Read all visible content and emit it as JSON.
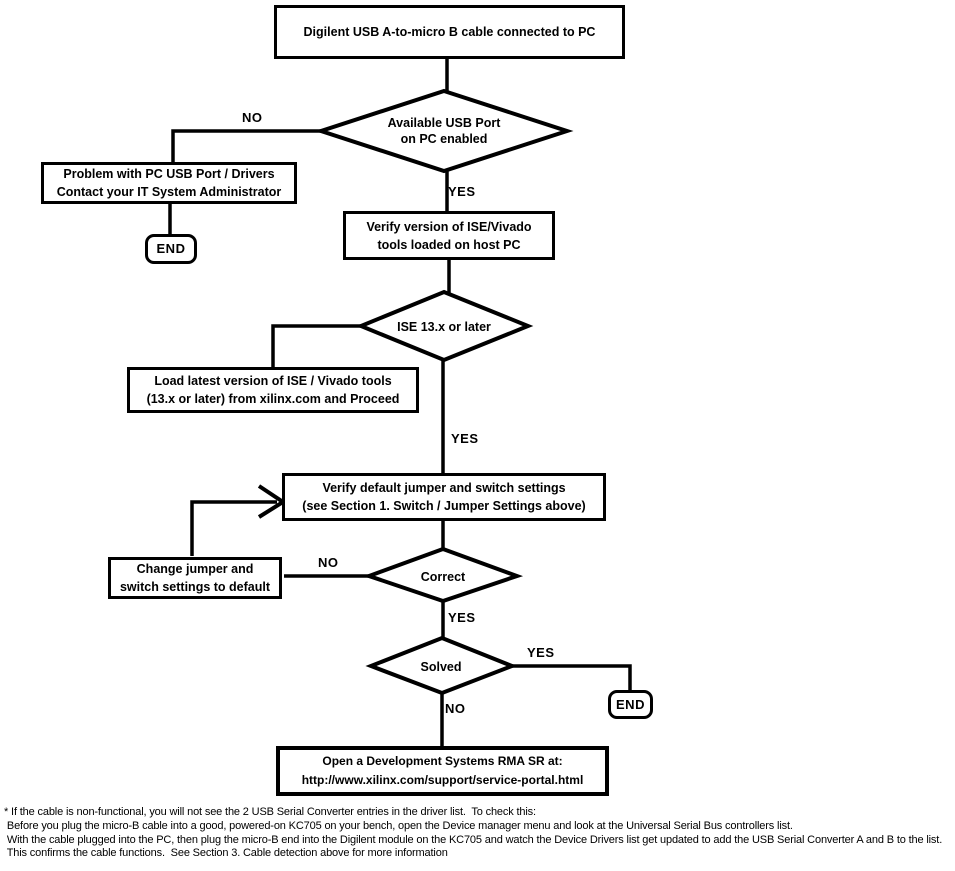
{
  "diagram": {
    "nodes": {
      "start": {
        "type": "process",
        "lines": [
          "Digilent USB A-to-micro B cable connected to PC"
        ]
      },
      "usb_port": {
        "type": "decision",
        "lines": [
          "Available USB Port",
          "on PC enabled"
        ]
      },
      "problem_usb": {
        "type": "process",
        "lines": [
          "Problem with PC USB Port / Drivers",
          "Contact your IT System Administrator"
        ]
      },
      "end_left": {
        "type": "terminator",
        "lines": [
          "END"
        ]
      },
      "verify_version": {
        "type": "process",
        "lines": [
          "Verify version of ISE/Vivado",
          "tools loaded on host PC"
        ]
      },
      "ise_version": {
        "type": "decision",
        "lines": [
          "ISE 13.x or later"
        ]
      },
      "load_latest": {
        "type": "process",
        "lines": [
          "Load latest version of ISE / Vivado tools",
          "(13.x or later) from xilinx.com and Proceed"
        ]
      },
      "verify_jumpers": {
        "type": "process",
        "lines": [
          "Verify default jumper and switch settings",
          "(see Section 1. Switch / Jumper Settings above)"
        ]
      },
      "correct": {
        "type": "decision",
        "lines": [
          "Correct"
        ]
      },
      "change_jumpers": {
        "type": "process",
        "lines": [
          "Change jumper and",
          "switch settings to default"
        ]
      },
      "solved": {
        "type": "decision",
        "lines": [
          "Solved"
        ]
      },
      "end_right": {
        "type": "terminator",
        "lines": [
          "END"
        ]
      },
      "open_rma": {
        "type": "process",
        "lines": [
          "Open a Development Systems RMA SR at:",
          "http://www.xilinx.com/support/service-portal.html"
        ]
      }
    },
    "edge_labels": {
      "usb_no": "NO",
      "usb_yes": "YES",
      "ise_yes": "YES",
      "correct_no": "NO",
      "correct_yes": "YES",
      "solved_yes": "YES",
      "solved_no": "NO"
    },
    "colors": {
      "stroke": "#000000",
      "background": "#ffffff",
      "text": "#000000"
    },
    "footnote": {
      "lines": [
        "* If the cable is non-functional, you will not see the 2 USB Serial Converter entries in the driver list.  To check this:",
        " Before you plug the micro-B cable into a good, powered-on KC705 on your bench, open the Device manager menu and look at the Universal Serial Bus controllers list.",
        " With the cable plugged into the PC, then plug the micro-B end into the Digilent module on the KC705 and watch the Device Drivers list get updated to add the USB Serial Converter A and B to the list.",
        " This confirms the cable functions.  See Section 3. Cable detection above for more information"
      ]
    }
  }
}
